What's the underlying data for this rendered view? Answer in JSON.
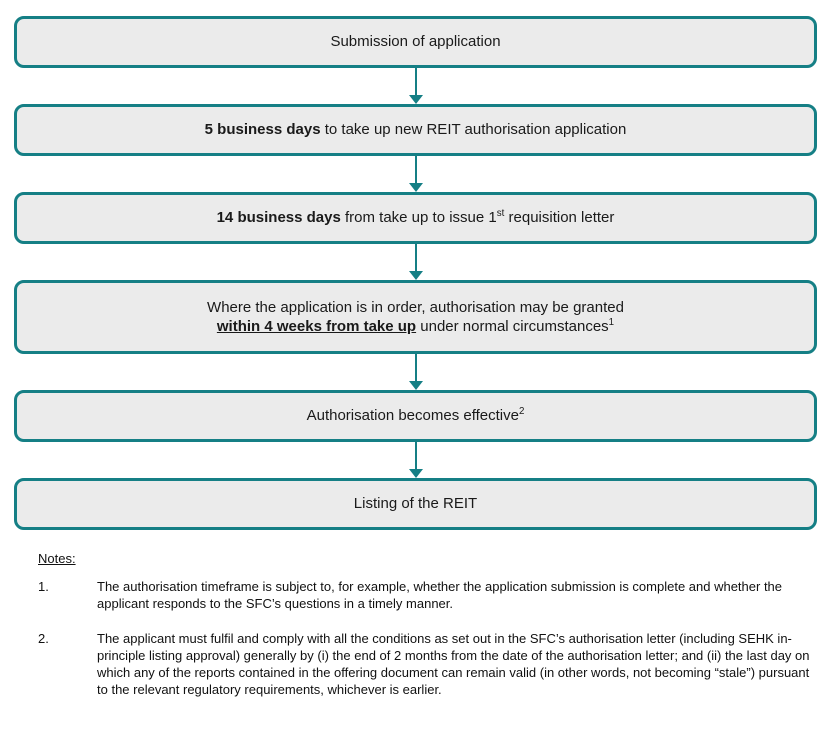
{
  "colors": {
    "accent": "#157F85",
    "box_background": "#EBEBEB",
    "text": "#1A1A1A"
  },
  "flow": {
    "steps": [
      {
        "text": "Submission of application"
      },
      {
        "bold": "5 business days",
        "rest": " to take up new REIT authorisation application"
      },
      {
        "bold": "14 business days",
        "rest1": " from take up to issue 1",
        "sup": "st",
        "rest2": " requisition letter"
      },
      {
        "line1": "Where the application is in order, authorisation may be granted",
        "bold_underline": "within 4 weeks from take up",
        "rest": " under normal circumstances",
        "sup": "1"
      },
      {
        "text": "Authorisation becomes effective",
        "sup": "2"
      },
      {
        "text": "Listing of the REIT"
      }
    ]
  },
  "notes": {
    "heading": "Notes:",
    "items": [
      {
        "number": "1.",
        "text": "The authorisation timeframe is subject to, for example, whether the application submission is complete and whether the applicant responds to the SFC’s questions in a timely manner."
      },
      {
        "number": "2.",
        "text": "The applicant must fulfil and comply with all the conditions as set out in the SFC’s authorisation letter (including SEHK in-principle listing approval) generally by (i) the end of 2 months from the date of the authorisation letter; and (ii) the last day on which any of the reports contained in the offering document can remain valid (in other words, not becoming “stale”) pursuant to the relevant regulatory requirements, whichever is earlier."
      }
    ]
  }
}
